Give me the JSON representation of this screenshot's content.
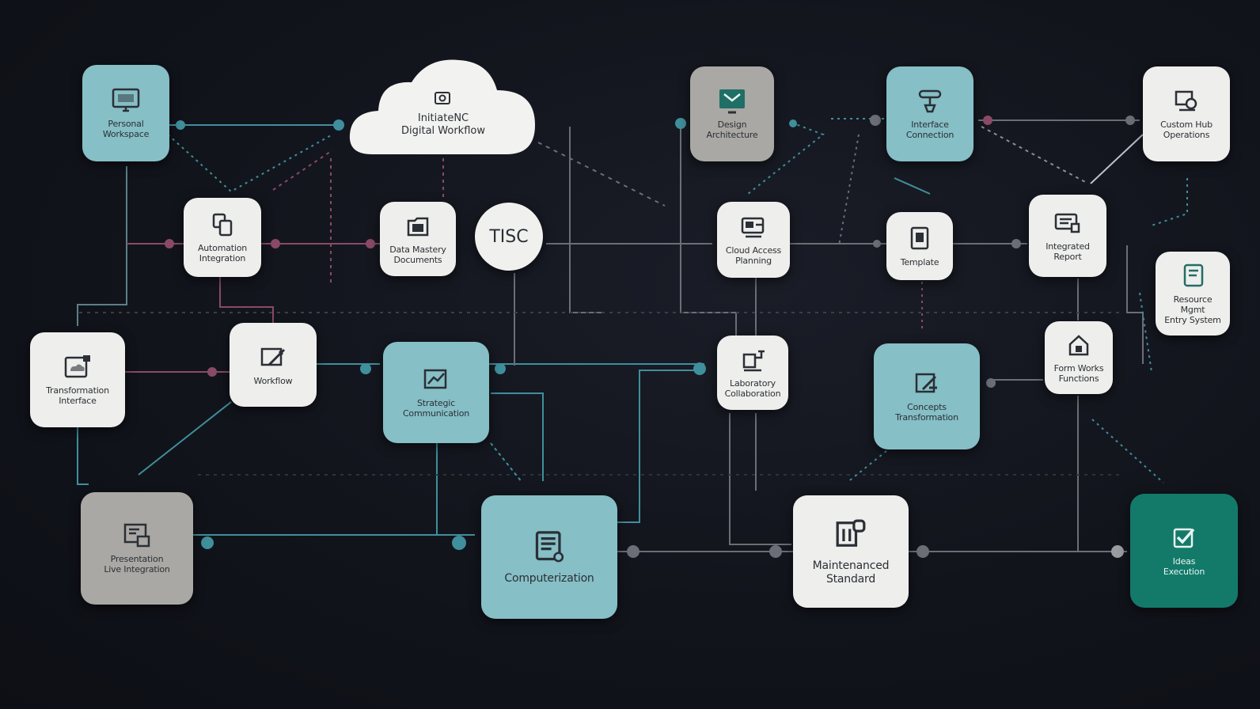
{
  "colors": {
    "background": "#12141c",
    "teal_node": "#86bfc6",
    "white_node": "#eeeeec",
    "gray_node": "#a9a8a4",
    "green_node": "#137a6a",
    "teal_wire": "#3f8f9c",
    "pink_wire": "#8a4a66",
    "gray_wire": "#6b6e76"
  },
  "cloud": {
    "icon": "camera-icon",
    "line1": "InitiateNC",
    "line2": "Digital Workflow"
  },
  "circle": {
    "label": "TISC"
  },
  "nodes": [
    {
      "id": "n1",
      "icon": "monitor-icon",
      "line1": "Personal",
      "line2": "Workspace"
    },
    {
      "id": "n2",
      "icon": "files-icon",
      "line1": "Automation",
      "line2": "Integration"
    },
    {
      "id": "n3",
      "icon": "folder-icon",
      "line1": "Data Mastery",
      "line2": "Documents"
    },
    {
      "id": "n4",
      "icon": "screen-icon",
      "line1": "Design",
      "line2": "Architecture"
    },
    {
      "id": "n5",
      "icon": "plug-icon",
      "line1": "Interface",
      "line2": "Connection"
    },
    {
      "id": "n6",
      "icon": "gear-doc-icon",
      "line1": "Custom Hub",
      "line2": "Operations"
    },
    {
      "id": "n7",
      "icon": "terminal-icon",
      "line1": "Cloud Access",
      "line2": "Planning"
    },
    {
      "id": "n8",
      "icon": "document-icon",
      "line1": "Template",
      "line2": ""
    },
    {
      "id": "n9",
      "icon": "edit-doc-icon",
      "line1": "Integrated",
      "line2": "Report"
    },
    {
      "id": "n10",
      "icon": "tablet-icon",
      "line1": "Resource Mgmt",
      "line2": "Entry System"
    },
    {
      "id": "n11",
      "icon": "cloud-pc-icon",
      "line1": "Transformation",
      "line2": "Interface"
    },
    {
      "id": "n12",
      "icon": "pencil-icon",
      "line1": "Workflow",
      "line2": ""
    },
    {
      "id": "n13",
      "icon": "chart-icon",
      "line1": "Strategic",
      "line2": "Communication"
    },
    {
      "id": "n14",
      "icon": "robot-icon",
      "line1": "Laboratory",
      "line2": "Collaboration"
    },
    {
      "id": "n15",
      "icon": "edit-icon",
      "line1": "Concepts",
      "line2": "Transformation"
    },
    {
      "id": "n16",
      "icon": "house-icon",
      "line1": "Form Works",
      "line2": "Functions"
    },
    {
      "id": "n17",
      "icon": "presentation-icon",
      "line1": "Presentation",
      "line2": "Live Integration"
    },
    {
      "id": "n18",
      "icon": "list-icon",
      "line1": "Computerization",
      "line2": ""
    },
    {
      "id": "n19",
      "icon": "doc-stack-icon",
      "line1": "Maintenanced",
      "line2": "Standard"
    },
    {
      "id": "n20",
      "icon": "check-icon",
      "line1": "Ideas",
      "line2": "Execution"
    }
  ]
}
